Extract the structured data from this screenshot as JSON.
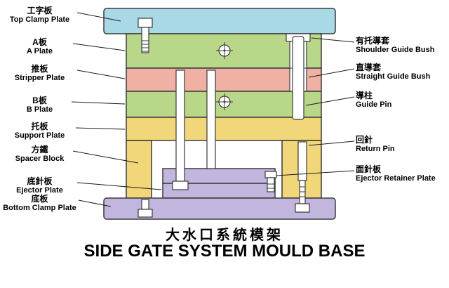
{
  "colors": {
    "top_clamp_plate": "#a9d8e6",
    "ab_plate": "#b9d788",
    "stripper_plate": "#eeb1a4",
    "support_spacer": "#f1d77a",
    "ejector_bottom": "#c3b6de",
    "outline": "#3a3a3a",
    "background": "#ffffff",
    "text": "#000000"
  },
  "labels": {
    "left": [
      {
        "zh": "工字板",
        "en": "Top Clamp Plate"
      },
      {
        "zh": "A板",
        "en": "A Plate"
      },
      {
        "zh": "推板",
        "en": "Stripper Plate"
      },
      {
        "zh": "B板",
        "en": "B Plate"
      },
      {
        "zh": "托板",
        "en": "Support Plate"
      },
      {
        "zh": "方鐵",
        "en": "Spacer Block"
      },
      {
        "zh": "底針板",
        "en": "Ejector Plate"
      },
      {
        "zh": "底板",
        "en": "Bottom Clamp Plate"
      }
    ],
    "right": [
      {
        "zh": "有托導套",
        "en": "Shoulder Guide Bush"
      },
      {
        "zh": "直導套",
        "en": "Straight Guide Bush"
      },
      {
        "zh": "導柱",
        "en": "Guide Pin"
      },
      {
        "zh": "回針",
        "en": "Return Pin"
      },
      {
        "zh": "面針板",
        "en": "Ejector Retainer Plate"
      }
    ]
  },
  "title": {
    "zh": "大水口系統模架",
    "en": "SIDE GATE SYSTEM MOULD BASE"
  }
}
